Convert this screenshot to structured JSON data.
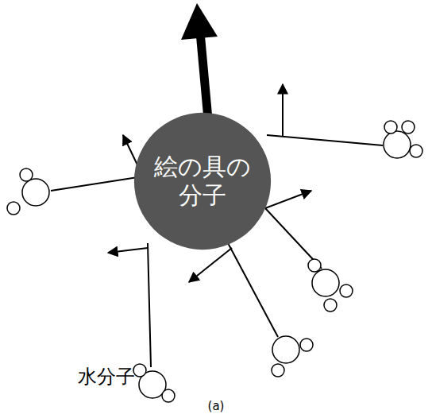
{
  "diagram": {
    "caption": "(a)",
    "nodes": [
      {
        "text": [
          "絵の具の 分子"
        ]
      }
    ],
    "labels": [
      "水分子"
    ]
  }
}
